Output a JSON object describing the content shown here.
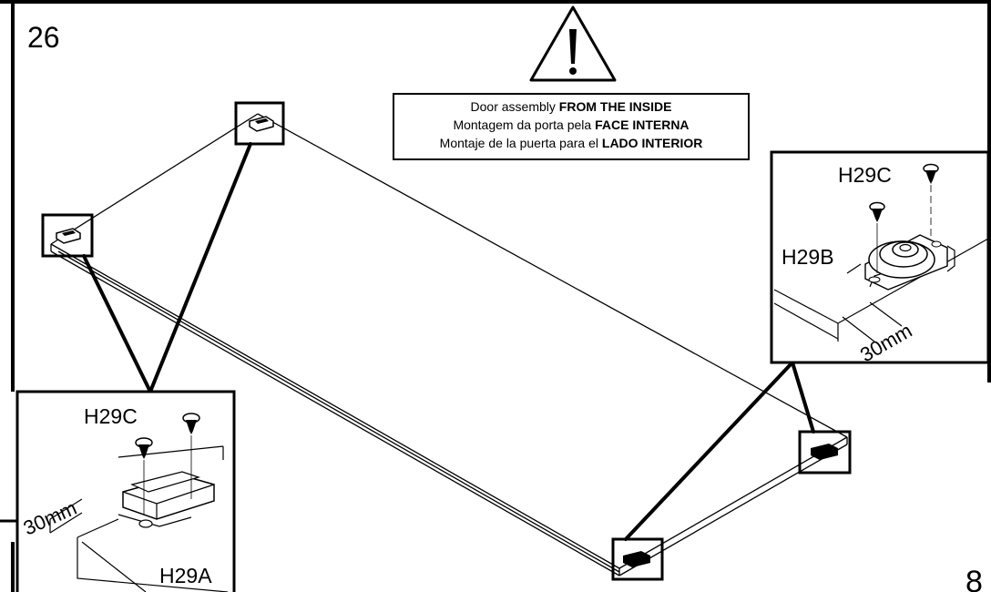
{
  "step": {
    "number": "26"
  },
  "page": {
    "number": "8"
  },
  "warning": {
    "icon": "warning-triangle-icon",
    "line1_normal": "Door assembly ",
    "line1_bold": "FROM THE INSIDE",
    "line2_normal": "Montagem da porta pela ",
    "line2_bold": "FACE INTERNA",
    "line3_normal": "Montaje de la puerta para el ",
    "line3_bold": "LADO INTERIOR"
  },
  "detail_left": {
    "screw_label": "H29C",
    "part_label": "H29A",
    "dimension": "30mm"
  },
  "detail_right": {
    "screw_label": "H29C",
    "part_label": "H29B",
    "dimension": "30mm"
  },
  "colors": {
    "line": "#000000",
    "background": "#ffffff"
  }
}
